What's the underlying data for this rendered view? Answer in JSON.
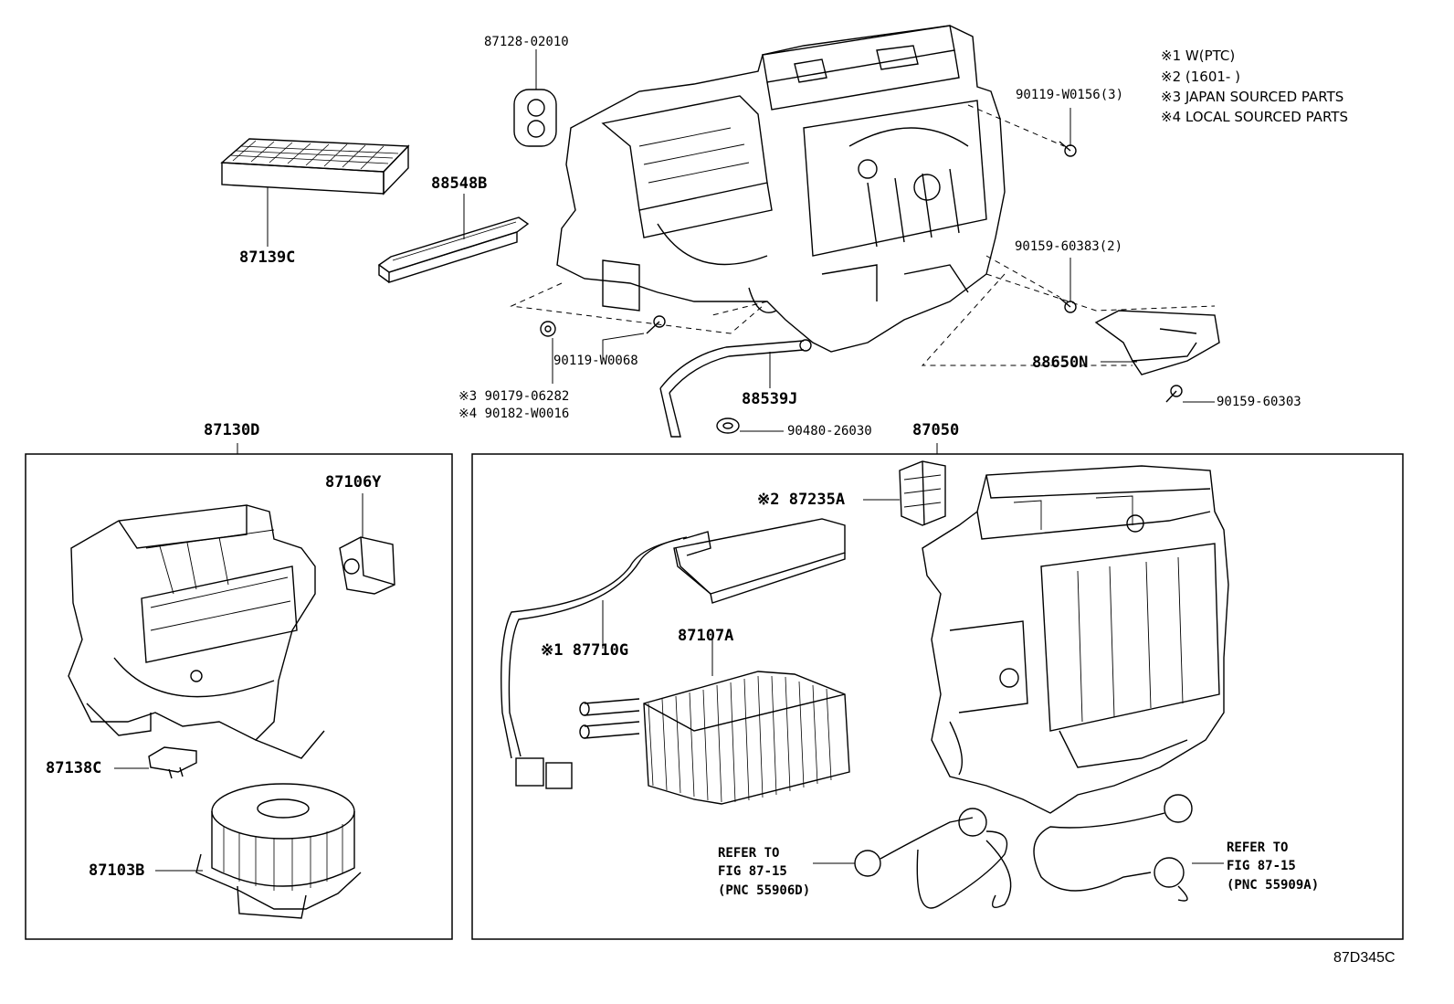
{
  "notes": [
    "※1 W(PTC)",
    "※2 (1601-       )",
    "※3 JAPAN SOURCED PARTS",
    "※4 LOCAL SOURCED PARTS"
  ],
  "parts": {
    "p87128": "87128-02010",
    "p88548B": "88548B",
    "p87139C": "87139C",
    "p90119_W0156": "90119-W0156(3)",
    "p90159_60383": "90159-60383(2)",
    "p90119_W0068": "90119-W0068",
    "p90179": "※3 90179-06282",
    "p90182": "※4 90182-W0016",
    "p88539J": "88539J",
    "p88650N": "88650N",
    "p90159_60303": "90159-60303",
    "p90480": "90480-26030",
    "p87130D": "87130D",
    "p87050": "87050",
    "p87106Y": "87106Y",
    "p87138C": "87138C",
    "p87103B": "87103B",
    "p87235A": "※2 87235A",
    "p87710G": "※1 87710G",
    "p87107A": "87107A"
  },
  "refs": {
    "left": "REFER TO\nFIG 87-15\n(PNC 55906D)",
    "right": "REFER TO\nFIG 87-15\n(PNC 55909A)"
  },
  "diagram_code": "87D345C"
}
